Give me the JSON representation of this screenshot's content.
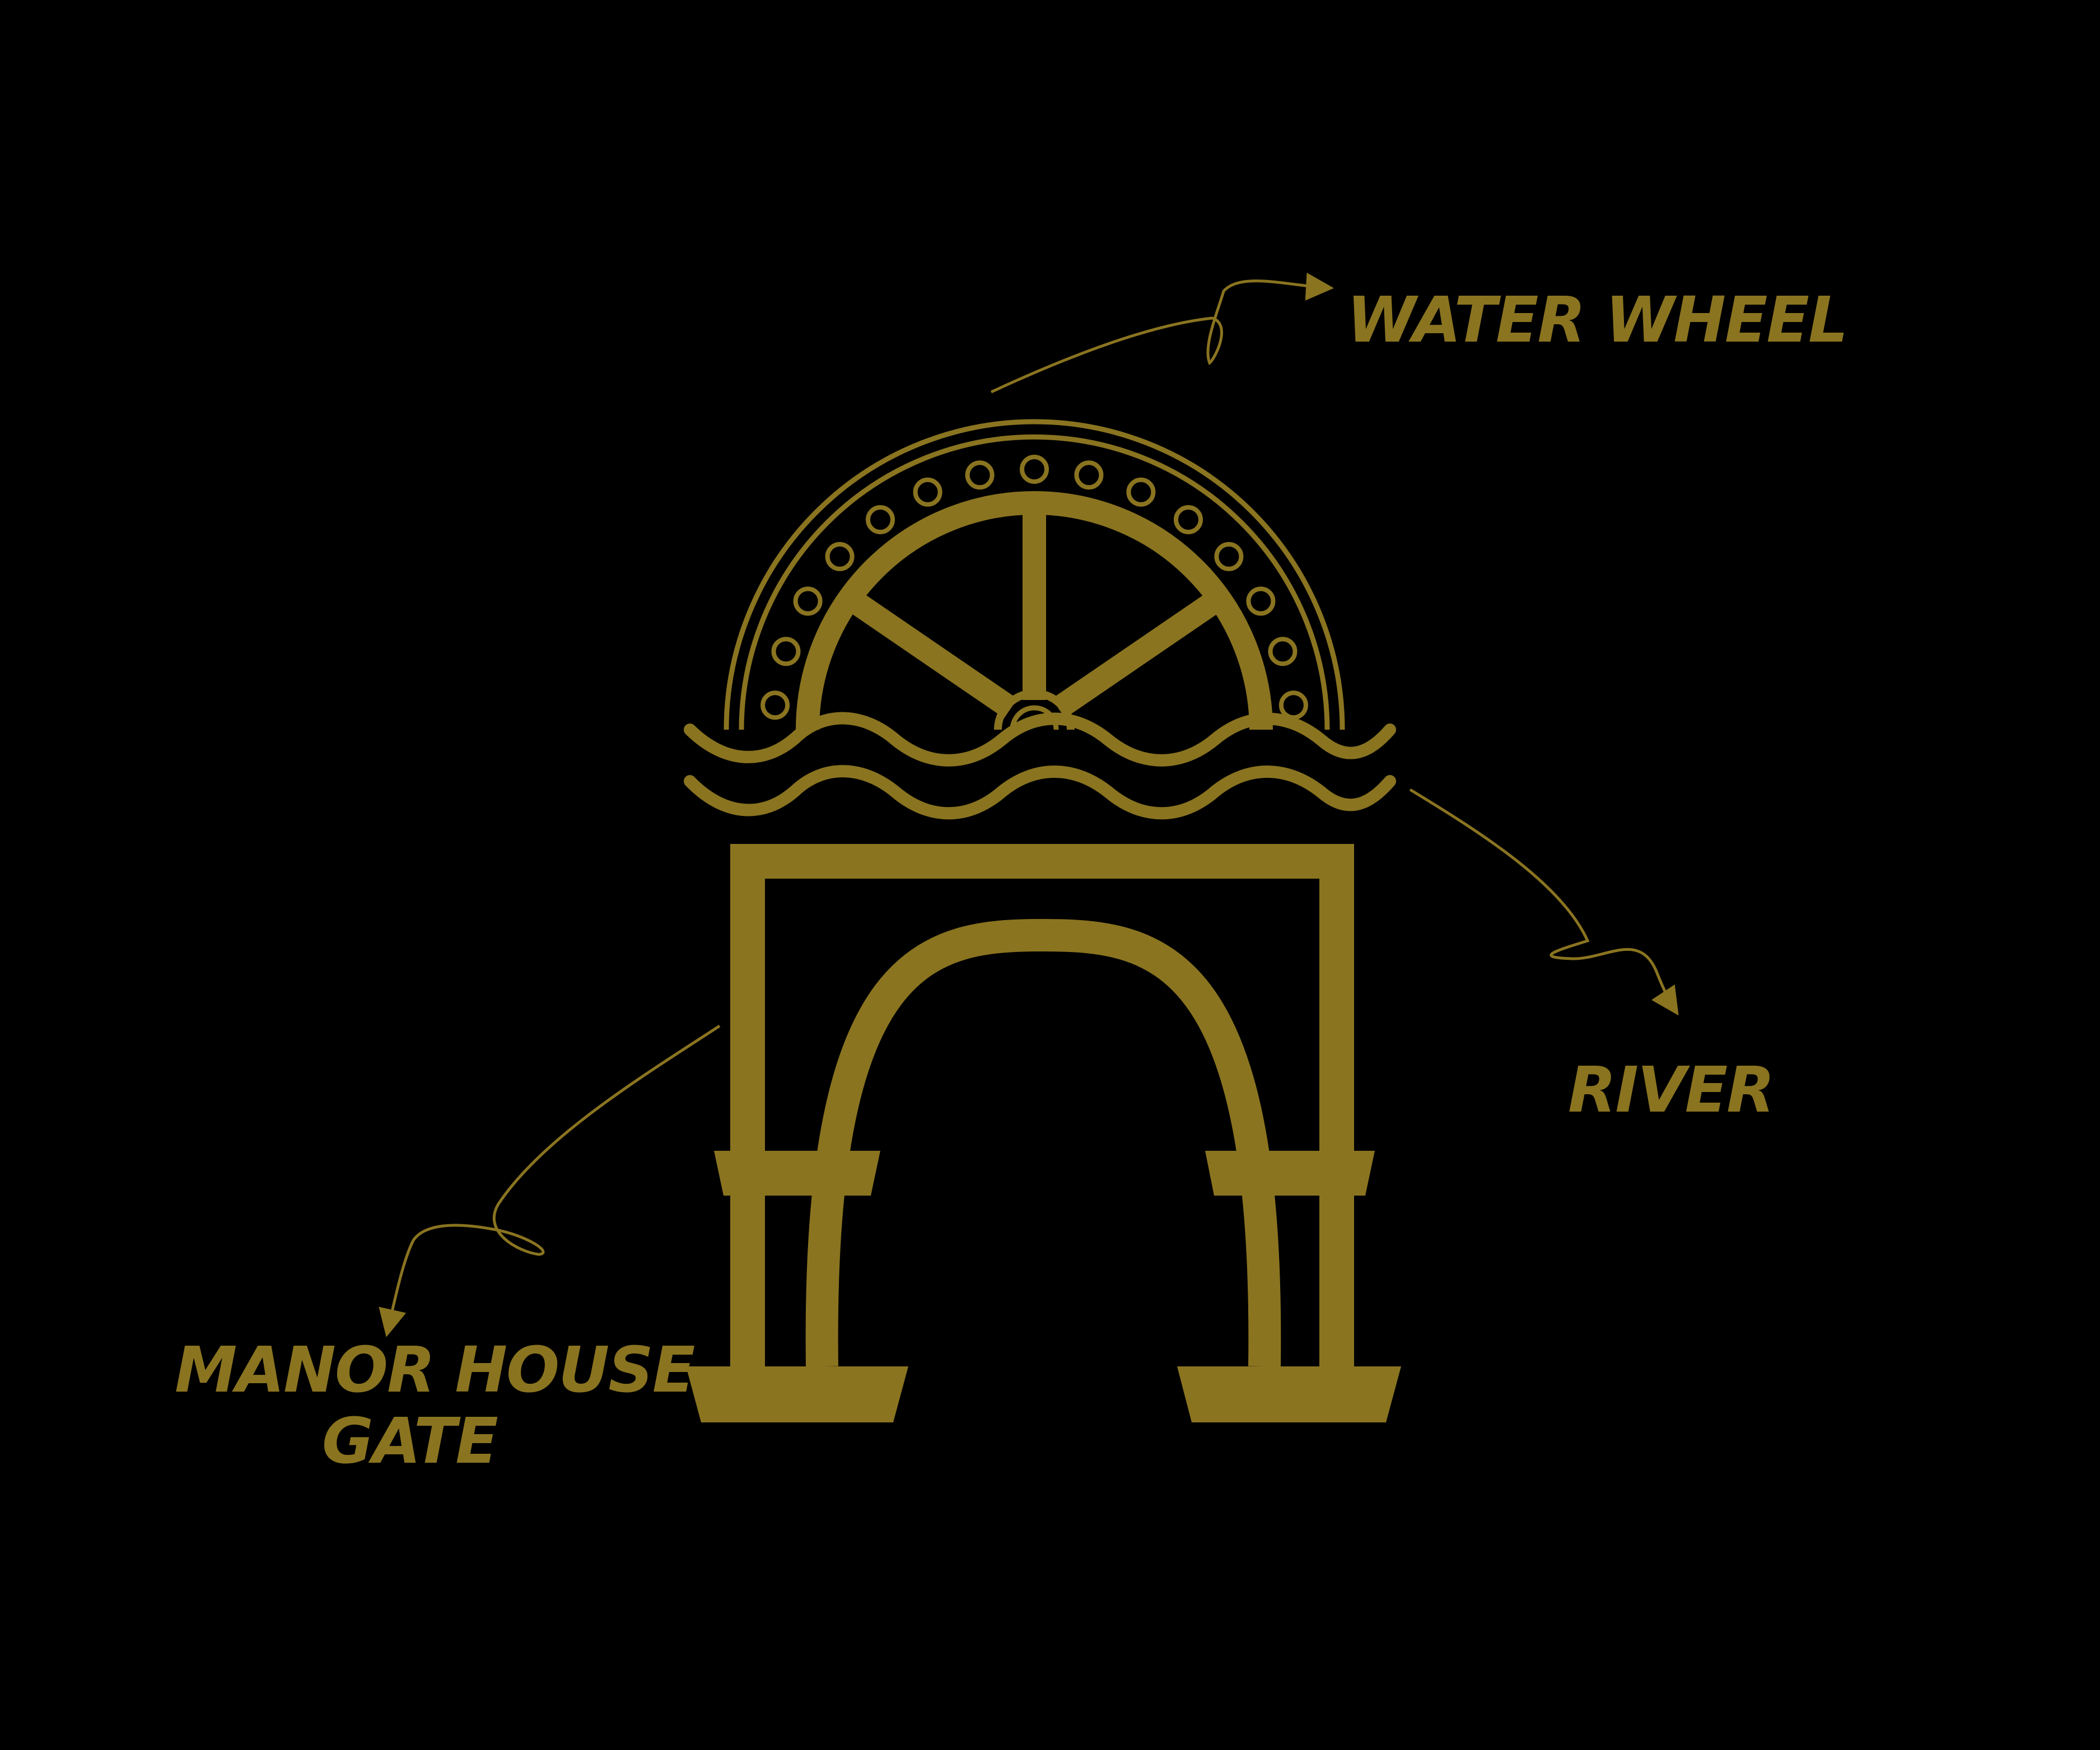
{
  "colors": {
    "background": "#000000",
    "gold": "#8a7420"
  },
  "labels": {
    "water_wheel": "WATER WHEEL",
    "river": "RIVER",
    "gate_line1": "MANOR HOUSE",
    "gate_line2": "GATE"
  }
}
